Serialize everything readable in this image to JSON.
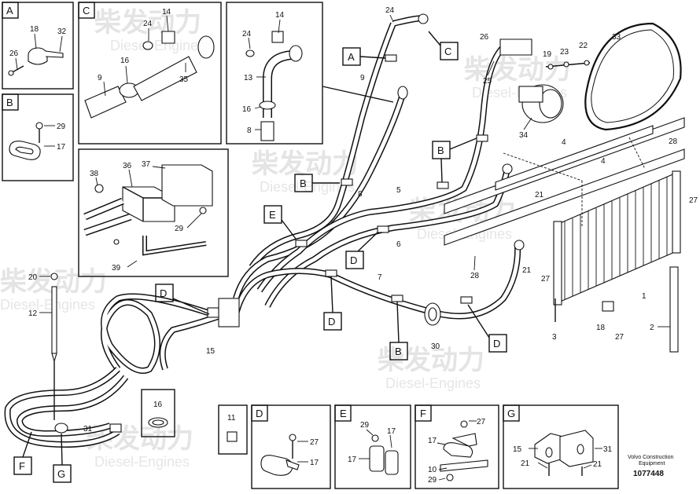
{
  "watermark": {
    "cn": "柴发动力",
    "en": "Diesel-Engines"
  },
  "insets": {
    "A": {
      "letter": "A",
      "numbers": [
        "18",
        "32",
        "26"
      ]
    },
    "B": {
      "letter": "B",
      "numbers": [
        "29",
        "17"
      ]
    },
    "C": {
      "letter": "C",
      "numbers": [
        "14",
        "24",
        "16",
        "9",
        "35"
      ]
    },
    "D": {
      "letter": "D",
      "numbers": [
        "27",
        "17"
      ]
    },
    "E": {
      "letter": "E",
      "numbers": [
        "29",
        "17",
        "17"
      ]
    },
    "F": {
      "letter": "F",
      "numbers": [
        "27",
        "17",
        "10",
        "29"
      ]
    },
    "G": {
      "letter": "G",
      "numbers": [
        "15",
        "31",
        "21",
        "21"
      ]
    }
  },
  "callouts": {
    "A": "A",
    "B1": "B",
    "B2": "B",
    "B3": "B",
    "C": "C",
    "D1": "D",
    "D2": "D",
    "D3": "D",
    "D4": "D",
    "E": "E",
    "F": "F",
    "G": "G"
  },
  "main_numbers": {
    "n14": "14",
    "n24a": "24",
    "n13": "13",
    "n16": "16",
    "n8a": "8",
    "n24b": "24",
    "n9": "9",
    "n26": "26",
    "n25": "25",
    "n19": "19",
    "n23": "23",
    "n22": "22",
    "n33": "33",
    "n34": "34",
    "n28a": "28",
    "n4a": "4",
    "n4b": "4",
    "n21a": "21",
    "n27a": "27",
    "n5": "5",
    "n6": "6",
    "n8b": "8",
    "n28b": "28",
    "n21b": "21",
    "n27b": "27",
    "n7": "7",
    "n1": "1",
    "n18": "18",
    "n27c": "27",
    "n3": "3",
    "n2": "2",
    "n30": "30",
    "n38": "38",
    "n36": "36",
    "n37": "37",
    "n29": "29",
    "n39": "39",
    "n20": "20",
    "n12": "12",
    "n15": "15",
    "n31": "31",
    "n16b": "16",
    "n11": "11"
  },
  "footer": {
    "line1": "Volvo Construction",
    "line2": "Equipment",
    "code": "1077448"
  }
}
